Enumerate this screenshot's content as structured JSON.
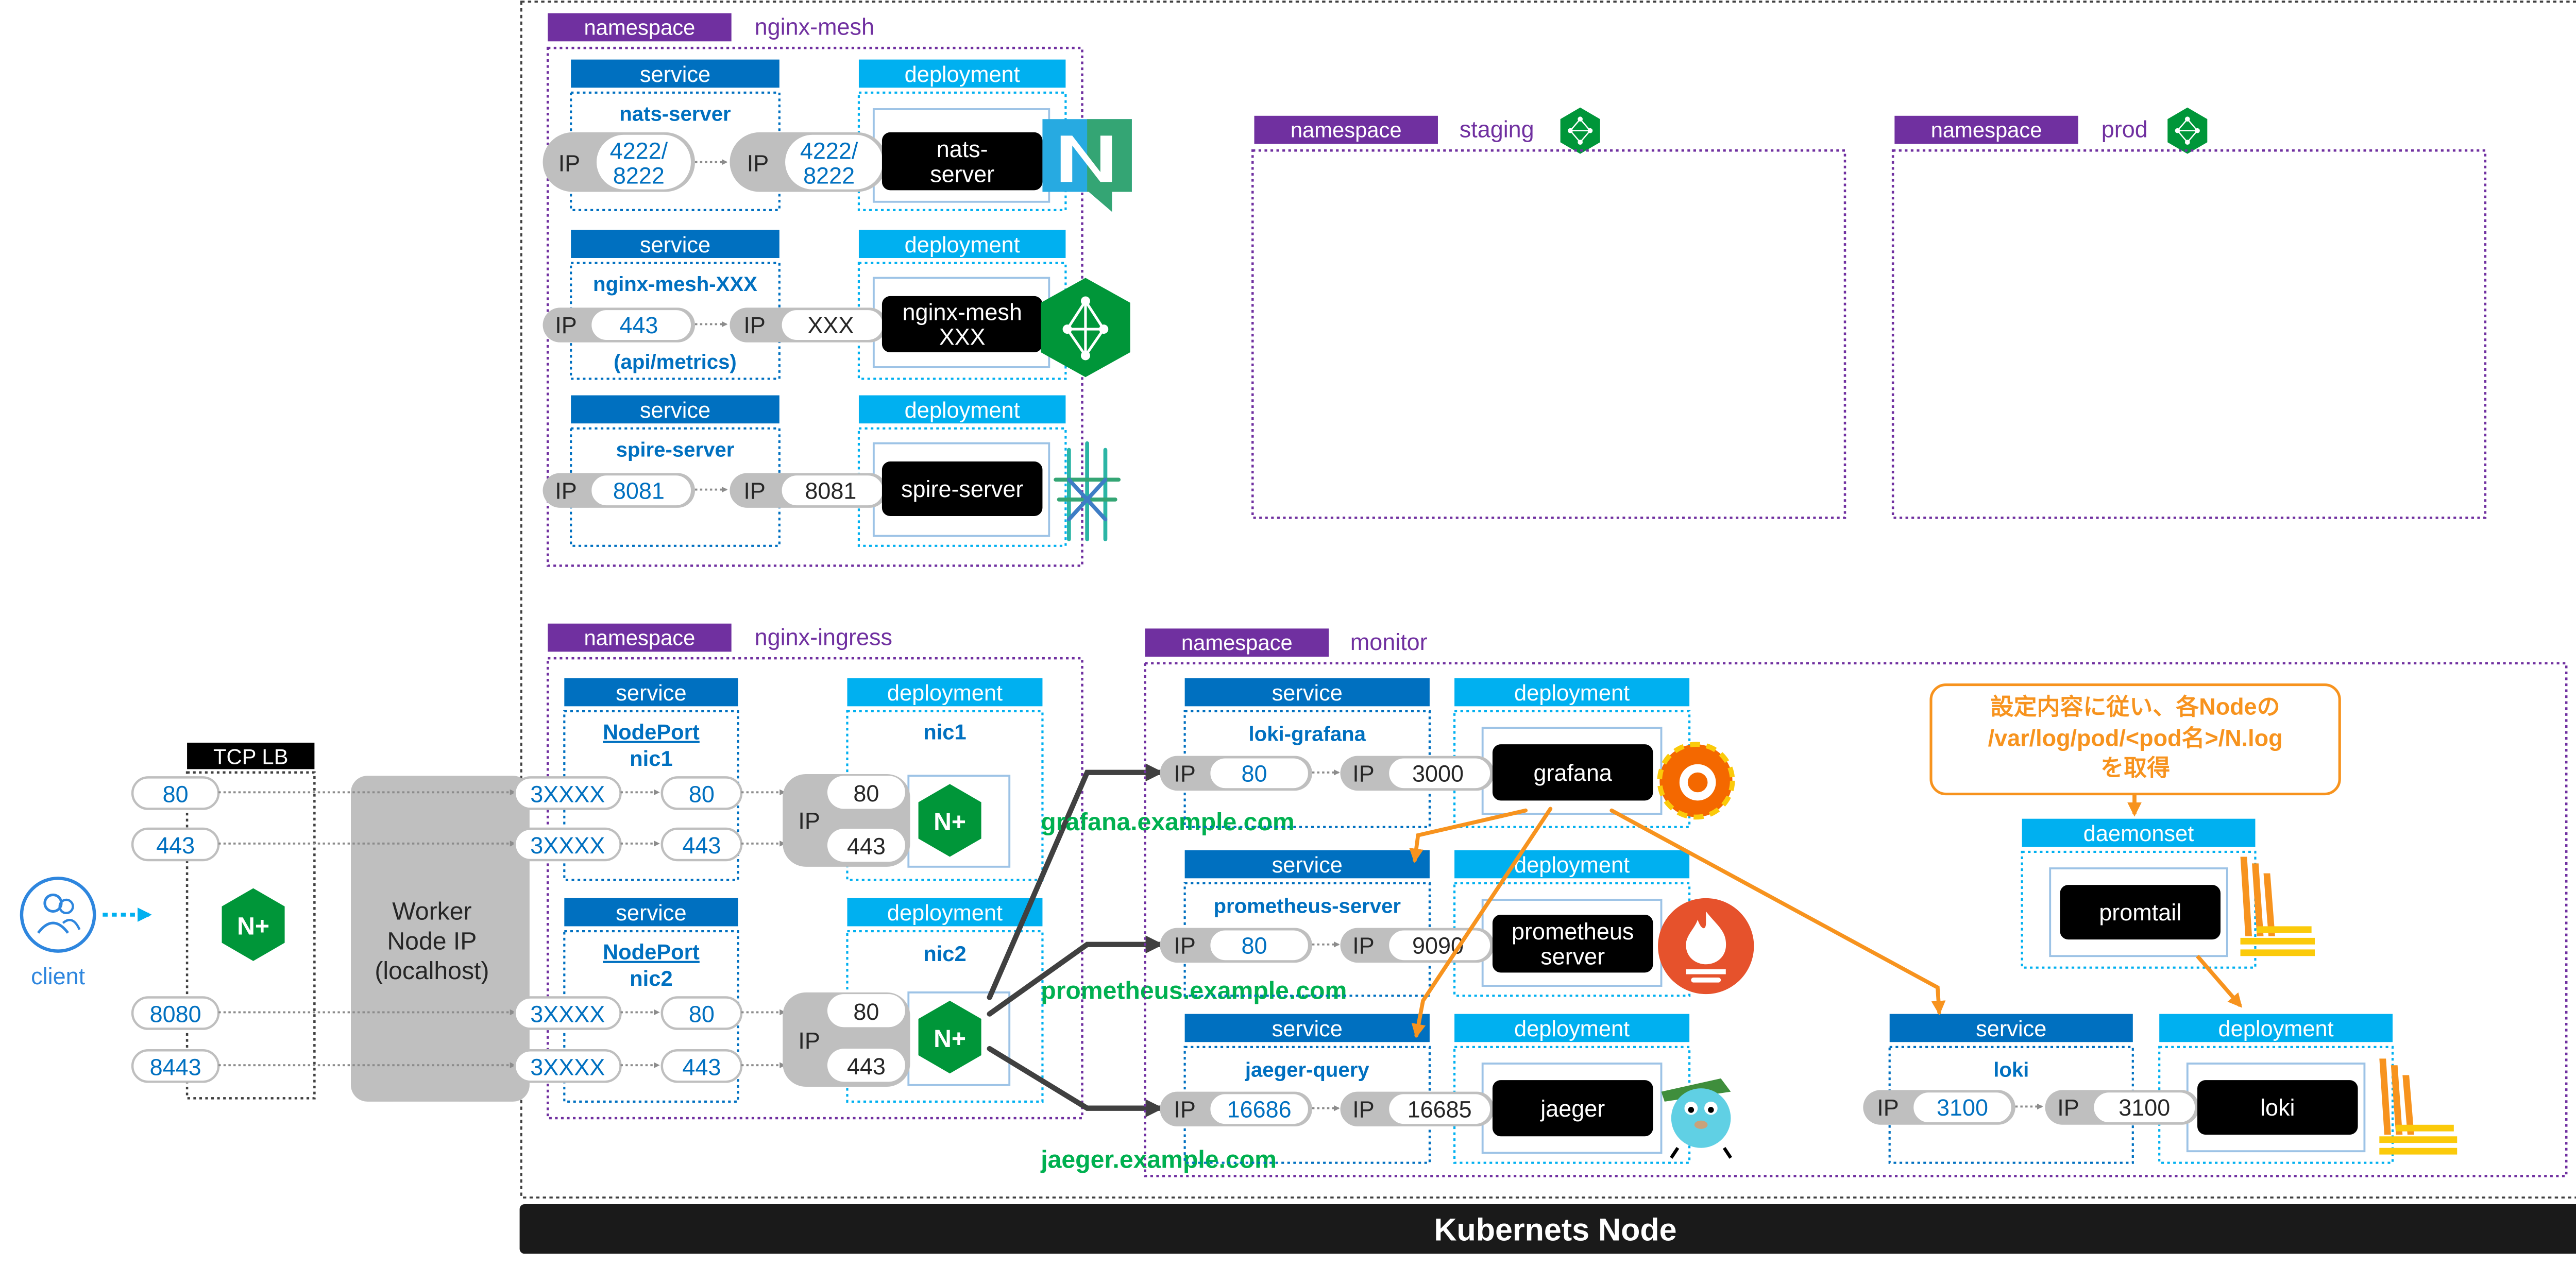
{
  "node": {
    "label": "Kubernets Node"
  },
  "client": {
    "label": "client"
  },
  "tcp_lb": {
    "label": "TCP LB",
    "ports": [
      "80",
      "443",
      "8080",
      "8443"
    ]
  },
  "worker": {
    "lines": [
      "Worker",
      "Node IP",
      "(localhost)"
    ]
  },
  "ns_tag": "namespace",
  "svc_tag": "service",
  "dep_tag": "deployment",
  "ds_tag": "daemonset",
  "ip": "IP",
  "ns": {
    "mesh": "nginx-mesh",
    "staging": "staging",
    "prod": "prod",
    "ingress": "nginx-ingress",
    "monitor": "monitor"
  },
  "mesh": {
    "nats": {
      "svc_name": "nats-server",
      "svc_port": [
        "4222/",
        "8222"
      ],
      "pod_port": [
        "4222/",
        "8222"
      ],
      "pod": [
        "nats-",
        "server"
      ]
    },
    "meshsvc": {
      "svc_name": "nginx-mesh-XXX",
      "svc_sub": "(api/metrics)",
      "svc_port": "443",
      "pod_port": "XXX",
      "pod": [
        "nginx-mesh",
        "XXX"
      ]
    },
    "spire": {
      "svc_name": "spire-server",
      "svc_port": "8081",
      "pod_port": "8081",
      "pod": "spire-server"
    }
  },
  "ingress": {
    "nodeport": "3XXXX",
    "nic1": {
      "svc_type": "NodePort",
      "svc_name": "nic1",
      "dep_name": "nic1",
      "ports": [
        "80",
        "443"
      ]
    },
    "nic2": {
      "svc_type": "NodePort",
      "svc_name": "nic2",
      "dep_name": "nic2",
      "ports": [
        "80",
        "443"
      ]
    }
  },
  "hosts": {
    "grafana": "grafana.example.com",
    "prometheus": "prometheus.example.com",
    "jaeger": "jaeger.example.com"
  },
  "monitor": {
    "grafana": {
      "svc_name": "loki-grafana",
      "svc_port": "80",
      "pod_port": "3000",
      "pod": "grafana"
    },
    "prometheus": {
      "svc_name": "prometheus-server",
      "svc_port": "80",
      "pod_port": "9090",
      "pod": [
        "prometheus",
        "server"
      ]
    },
    "jaeger": {
      "svc_name": "jaeger-query",
      "svc_port": "16686",
      "pod_port": "16685",
      "pod": "jaeger"
    },
    "loki": {
      "svc_name": "loki",
      "svc_port": "3100",
      "pod_port": "3100",
      "pod": "loki"
    },
    "promtail": {
      "pod": "promtail"
    },
    "note": [
      "設定内容に従い、各Nodeの",
      "/var/log/pod/<pod名>/N.log",
      "を取得"
    ]
  },
  "icons": [
    "nginx-plus-icon",
    "nats-icon",
    "nginx-service-mesh-icon",
    "spire-icon",
    "grafana-icon",
    "prometheus-icon",
    "jaeger-icon",
    "loki-icon",
    "person-icon"
  ],
  "colors": {
    "namespace": "#7030A0",
    "service": "#0070C0",
    "deployment": "#00B0F0",
    "port_text": "#0070C0",
    "host_text": "#00B050",
    "flow_arrow": "#F7931E",
    "link_line": "#404040",
    "nginx_green": "#009639",
    "prometheus_orange": "#E6522C",
    "client_blue": "#2E86DE"
  }
}
